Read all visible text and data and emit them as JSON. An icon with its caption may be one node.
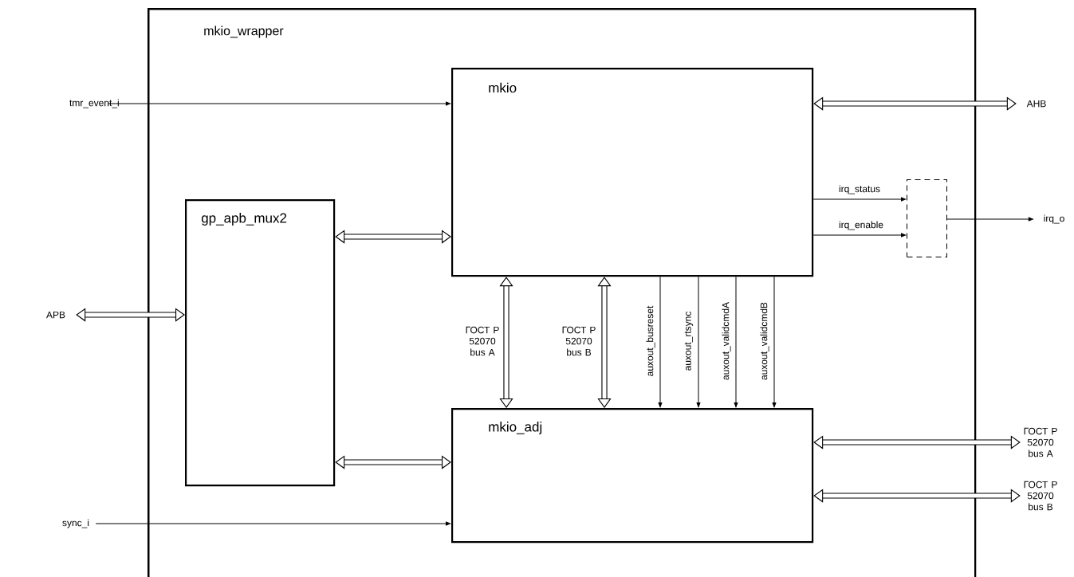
{
  "diagram": {
    "nodes": [
      {
        "text": [
          "mkio_wrapper"
        ]
      },
      {
        "text": [
          "mkio"
        ],
        "in": 0
      },
      {
        "text": [
          "gp_apb_mux2"
        ],
        "in": 0
      },
      {
        "text": [
          "mkio_adj"
        ],
        "in": 0
      },
      {
        "text": [],
        "shape": "box",
        "in": 0
      },
      {
        "text": [
          "tmr_event_i"
        ]
      },
      {
        "text": [
          "AHB"
        ]
      },
      {
        "text": [
          "APB"
        ]
      },
      {
        "text": [
          "irq_o"
        ]
      },
      {
        "text": [
          "sync_i"
        ]
      },
      {
        "text": [
          "ГОСТ Р 52070 bus A"
        ]
      },
      {
        "text": [
          "ГОСТ Р 52070 bus B"
        ]
      }
    ],
    "edges": [
      {
        "from": 5,
        "to": 1,
        "arrow": "to"
      },
      {
        "from": 1,
        "to": 6,
        "arrow": "both",
        "style": "thick"
      },
      {
        "from": 7,
        "to": 2,
        "arrow": "both",
        "style": "thick"
      },
      {
        "from": 2,
        "to": 1,
        "arrow": "both",
        "style": "thick"
      },
      {
        "from": 2,
        "to": 3,
        "arrow": "both",
        "style": "thick"
      },
      {
        "from": 1,
        "to": 3,
        "arrow": "both",
        "style": "thick",
        "label": "ГОСТ Р 52070 bus A"
      },
      {
        "from": 1,
        "to": 3,
        "arrow": "both",
        "style": "thick",
        "label": "ГОСТ Р 52070 bus B"
      },
      {
        "from": 1,
        "to": 3,
        "arrow": "to",
        "label": "auxout_busreset"
      },
      {
        "from": 1,
        "to": 3,
        "arrow": "to",
        "label": "auxout_rtsync"
      },
      {
        "from": 1,
        "to": 3,
        "arrow": "to",
        "label": "auxout_validcmdA"
      },
      {
        "from": 1,
        "to": 3,
        "arrow": "to",
        "label": "auxout_validcmdB"
      },
      {
        "from": 1,
        "to": 4,
        "arrow": "to",
        "label": "irq_status"
      },
      {
        "from": 1,
        "to": 4,
        "arrow": "to",
        "label": "irq_enable"
      },
      {
        "from": 4,
        "to": 8,
        "arrow": "to"
      },
      {
        "from": 9,
        "to": 3,
        "arrow": "to"
      },
      {
        "from": 3,
        "to": 10,
        "arrow": "both",
        "style": "thick"
      },
      {
        "from": 3,
        "to": 11,
        "arrow": "both",
        "style": "thick"
      }
    ]
  }
}
